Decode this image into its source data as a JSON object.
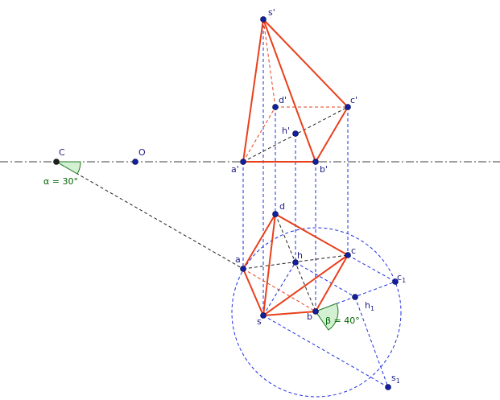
{
  "labels": {
    "s_prime": "s'",
    "d_prime": "d'",
    "c_prime": "c'",
    "h_prime": "h'",
    "a_prime": "a'",
    "b_prime": "b'",
    "C": "C",
    "O": "O",
    "d": "d",
    "a": "a",
    "h": "h",
    "c": "c",
    "c1_main": "c",
    "c1_sub": "1",
    "h1_main": "h",
    "h1_sub": "1",
    "s": "s",
    "b": "b",
    "s1_main": "s",
    "s1_sub": "1"
  },
  "angles": {
    "alpha": "α = 30°",
    "beta": "β = 40°"
  },
  "colors": {
    "edge": "#e8401c",
    "construction": "#1e2fe0",
    "point": "#1020a0",
    "angle_fill": "#c8ecc8",
    "angle_text": "#006400"
  }
}
